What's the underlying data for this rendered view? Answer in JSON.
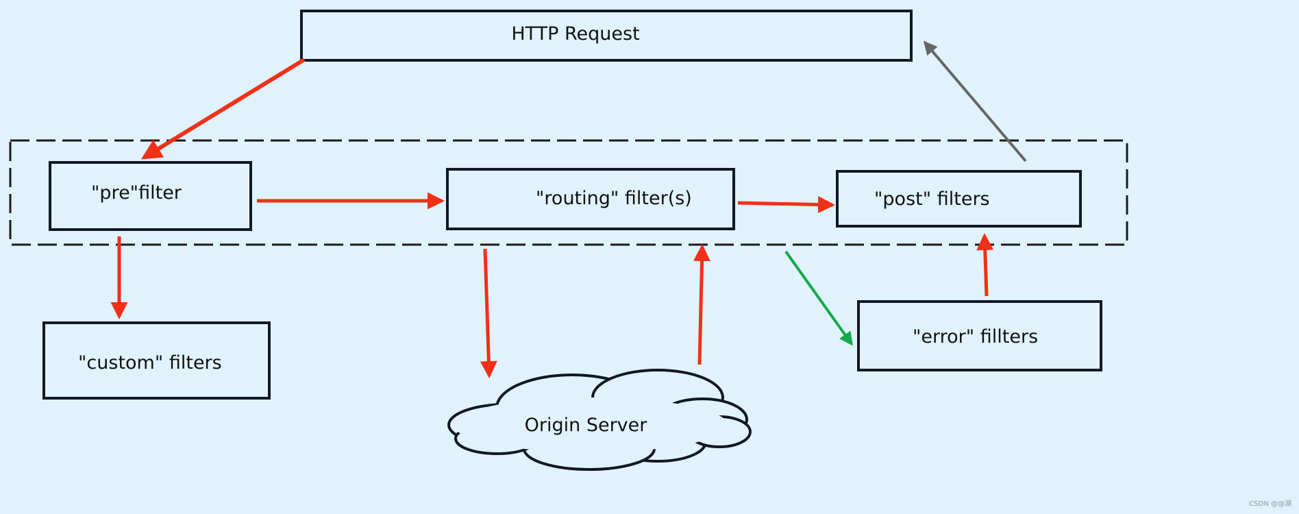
{
  "nodes": {
    "http_request": "HTTP Request",
    "pre_filter": "\"pre\"filter",
    "routing_filters": "\"routing\" filter(s)",
    "post_filters": "\"post\" filters",
    "custom_filters": "\"custom\" filters",
    "error_filters": "\"error\" fillters",
    "origin_server": "Origin Server"
  },
  "watermark": "CSDN @@湖",
  "colors": {
    "background": "#e0f2fc",
    "box_border": "#0f1824",
    "arrow_main": "#f03018",
    "arrow_error": "#14a84a",
    "arrow_return": "#666666"
  }
}
